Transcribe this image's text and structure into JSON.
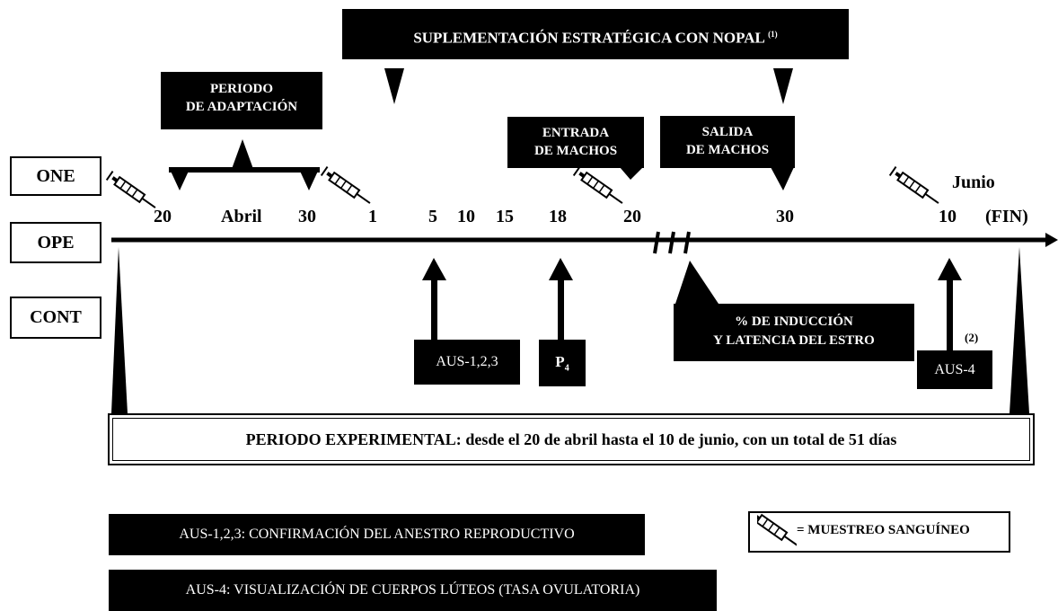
{
  "banner": {
    "text": "SUPLEMENTACIÓN ESTRATÉGICA CON NOPAL",
    "footnote": "(1)"
  },
  "callouts": {
    "adaptacion": [
      "PERIODO",
      "DE ADAPTACIÓN"
    ],
    "entrada": [
      "ENTRADA",
      "DE MACHOS"
    ],
    "salida": [
      "SALIDA",
      "DE MACHOS"
    ],
    "induccion": [
      "% DE INDUCCIÓN",
      "Y LATENCIA DEL ESTRO"
    ]
  },
  "groups": [
    "ONE",
    "OPE",
    "CONT"
  ],
  "timeline": {
    "labels": [
      "20",
      "Abril",
      "30",
      "1",
      "5",
      "10",
      "15",
      "18",
      "20",
      "30",
      "Junio",
      "10",
      "(FIN)"
    ]
  },
  "events": {
    "aus123": "AUS-1,2,3",
    "p4_main": "P",
    "p4_sub": "4",
    "aus4": "AUS-4",
    "aus4_note": "(2)"
  },
  "period_box": {
    "bold": "PERIODO EXPERIMENTAL:",
    "rest": " desde el 20 de abril hasta el 10 de junio, con un total de 51 días"
  },
  "legend": {
    "aus123": "AUS-1,2,3: CONFIRMACIÓN DEL ANESTRO REPRODUCTIVO",
    "aus4": "AUS-4: VISUALIZACIÓN DE CUERPOS LÚTEOS (TASA OVULATORIA)",
    "syringe": "= MUESTREO SANGUÍNEO"
  },
  "icons": {
    "syringe": "syringe-icon"
  }
}
